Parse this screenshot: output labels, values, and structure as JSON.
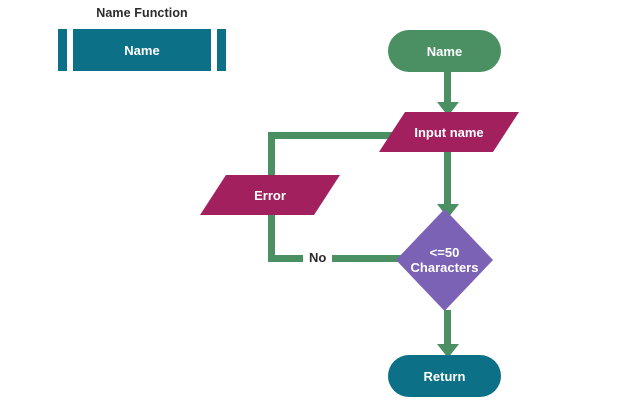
{
  "diagram": {
    "title": "Name Function",
    "legend": {
      "shape_type": "subroutine",
      "label": "Name"
    },
    "colors": {
      "terminator_start": "#4a9063",
      "terminator_end": "#0c7186",
      "io": "#a3205e",
      "decision": "#7b62b5",
      "connector": "#4a9063",
      "text_on_shape": "#ffffff",
      "text_on_canvas": "#2b2b2b",
      "background": "#ffffff"
    },
    "nodes": [
      {
        "id": "start",
        "type": "terminator",
        "label": "Name"
      },
      {
        "id": "input",
        "type": "input-output",
        "label": "Input name"
      },
      {
        "id": "error",
        "type": "input-output",
        "label": "Error"
      },
      {
        "id": "decision",
        "type": "decision",
        "label": "<=50\nCharacters"
      },
      {
        "id": "return",
        "type": "terminator",
        "label": "Return"
      }
    ],
    "edges": [
      {
        "from": "start",
        "to": "input",
        "label": ""
      },
      {
        "from": "input",
        "to": "decision",
        "label": ""
      },
      {
        "from": "decision",
        "to": "input",
        "label": "No"
      },
      {
        "from": "decision",
        "to": "return",
        "label": ""
      }
    ],
    "edge_labels": {
      "no": "No"
    }
  }
}
